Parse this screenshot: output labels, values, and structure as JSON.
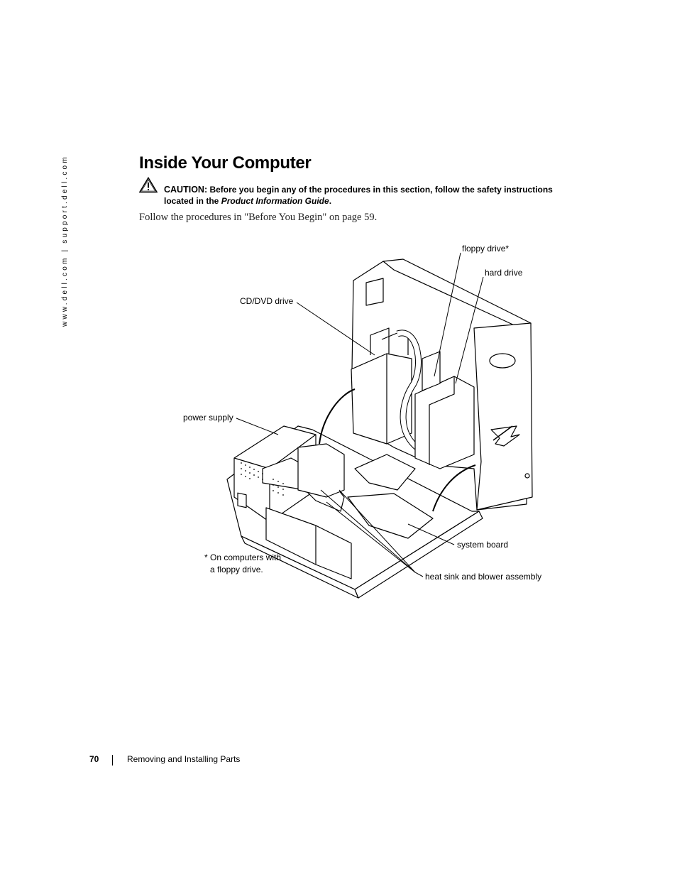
{
  "sidebar": {
    "url": "www.dell.com | support.dell.com"
  },
  "heading": {
    "title": "Inside Your Computer"
  },
  "caution": {
    "label": "CAUTION:",
    "text": "Before you begin any of the procedures in this section, follow the safety instructions located in the",
    "guide": "Product Information Guide",
    "end": "."
  },
  "intro": "Follow the procedures in \"Before You Begin\" on page 59.",
  "figure": {
    "callouts": {
      "floppy_drive": "floppy drive*",
      "hard_drive": "hard drive",
      "cd_dvd_drive": "CD/DVD drive",
      "power_supply": "power supply",
      "system_board": "system board",
      "heat_sink": "heat sink and blower assembly",
      "footnote_line1": "* On computers with",
      "footnote_line2": "a floppy drive."
    },
    "icons": {
      "caution": "warning-triangle-icon"
    }
  },
  "footer": {
    "page_number": "70",
    "section": "Removing and Installing Parts"
  }
}
